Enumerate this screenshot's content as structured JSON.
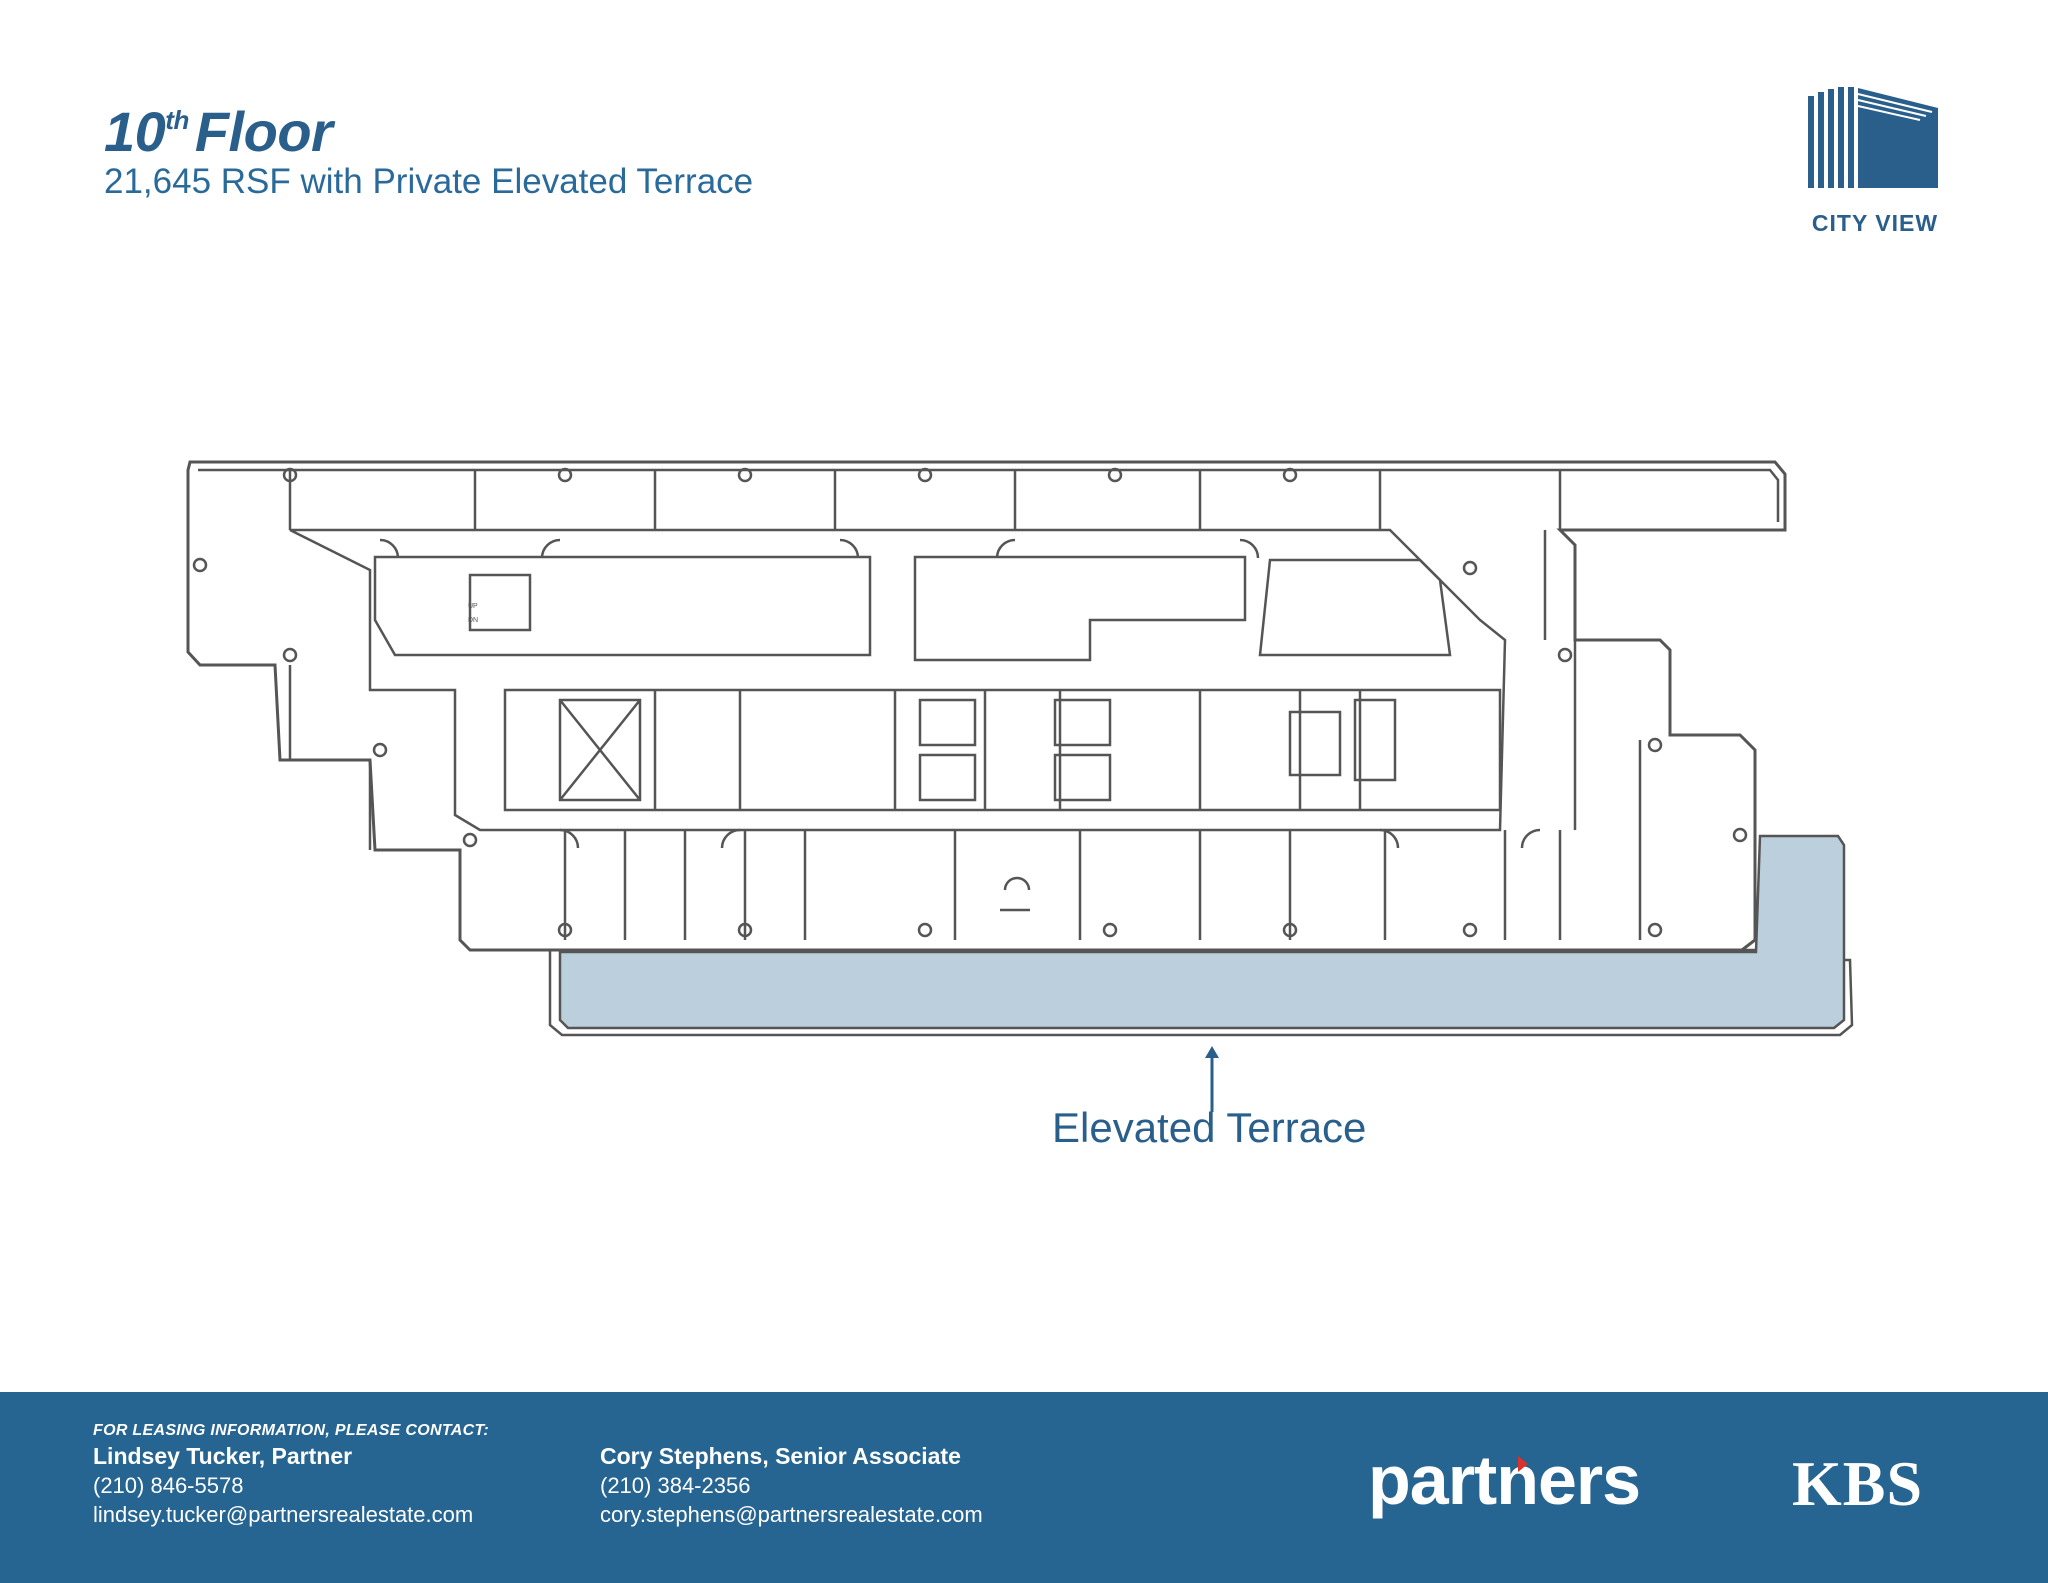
{
  "header": {
    "title_number": "10",
    "title_suffix": "th",
    "title_word": "Floor",
    "subtitle": "21,645 RSF with Private Elevated Terrace"
  },
  "logo": {
    "text": "CITY VIEW",
    "icon": "city-view-building-logo",
    "color": "#2a5f8c"
  },
  "plan": {
    "terrace_label": "Elevated Terrace",
    "terrace_color": "#bccfdd",
    "wall_color": "#555555",
    "stair_labels": [
      "UP",
      "DN"
    ]
  },
  "footer": {
    "background": "#266491",
    "heading": "FOR LEASING INFORMATION, PLEASE CONTACT:",
    "contacts": [
      {
        "name": "Lindsey Tucker, Partner",
        "phone": "(210) 846-5578",
        "email": "lindsey.tucker@partnersrealestate.com"
      },
      {
        "name": "Cory Stephens, Senior Associate",
        "phone": "(210) 384-2356",
        "email": "cory.stephens@partnersrealestate.com"
      }
    ],
    "brand_1": "partners",
    "brand_1_accent": "#d9342b",
    "brand_2": "KBS"
  }
}
